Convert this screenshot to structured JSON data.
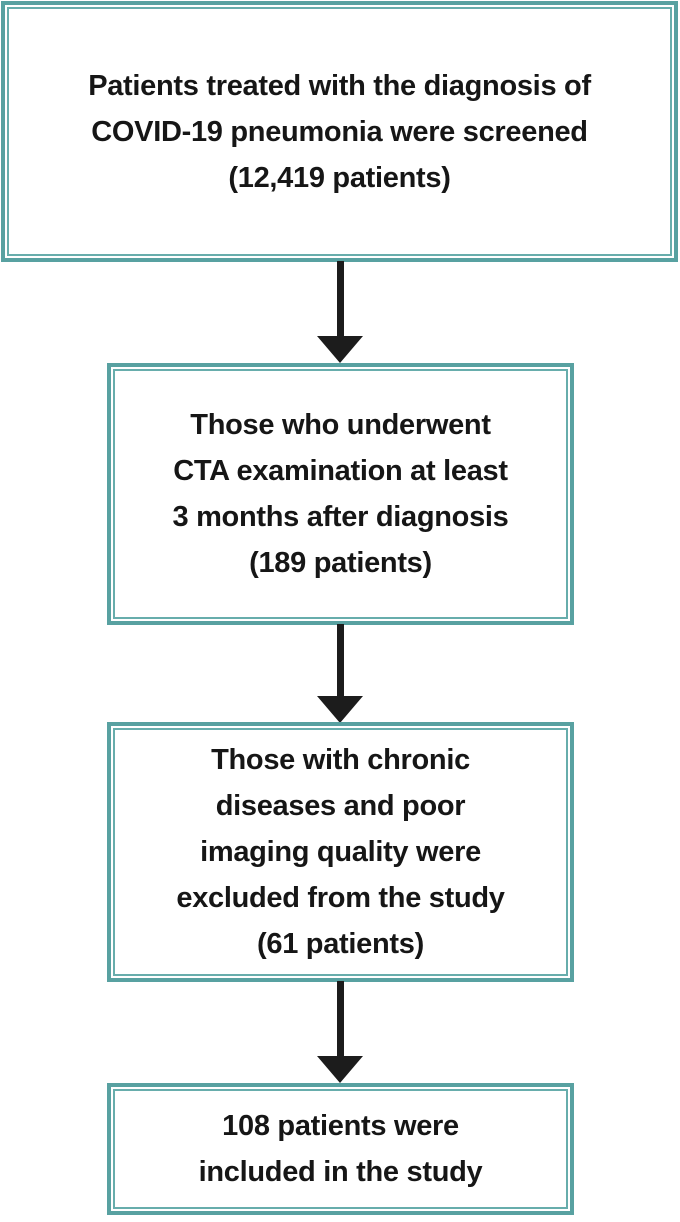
{
  "colors": {
    "box_border": "#58a1a1",
    "box_border_inner": "#67adac",
    "arrow": "#1c1c1c",
    "text": "#161616",
    "background": "#ffffff"
  },
  "boxes": [
    {
      "lines": [
        "Patients treated with the diagnosis of",
        "COVID-19 pneumonia were screened",
        "(12,419 patients)"
      ]
    },
    {
      "lines": [
        "Those who underwent",
        "CTA examination at least",
        "3 months after diagnosis",
        "(189 patients)"
      ]
    },
    {
      "lines": [
        "Those with chronic",
        "diseases and poor",
        "imaging quality were",
        "excluded from the study",
        "(61 patients)"
      ]
    },
    {
      "lines": [
        "108 patients were",
        "included in the study"
      ]
    }
  ]
}
